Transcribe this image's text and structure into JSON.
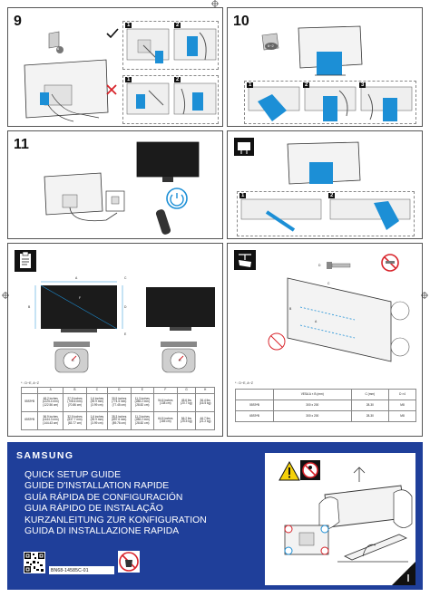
{
  "steps": {
    "s9": "9",
    "s10": "10",
    "s11": "11",
    "sub1": "1",
    "sub2": "2",
    "sub3": "3"
  },
  "labels": {
    "a": "A",
    "b": "B",
    "c": "C",
    "d": "D",
    "e": "E",
    "f": "F",
    "g": "G",
    "h": "H",
    "parts_ref_9": "6",
    "parts_ref_10": "6~2"
  },
  "footnotes": {
    "left": "* : D~E, A~Z",
    "right": "* : D~E, A~Z"
  },
  "dimensions_table": {
    "headers": [
      "",
      "A",
      "B",
      "C",
      "D",
      "E",
      "F",
      "G",
      "H"
    ],
    "rows": [
      {
        "model": "55S9*B",
        "cells": [
          "48.2 inches\n(1225.4 mm)\n(122.56 cm)",
          "27.9 inches\n(708.6 mm)\n(70.86 cm)",
          "1.6 inches\n(39.9 mm)\n(3.99 cm)",
          "30.5 inches\n(774.5 mm)\n(77.45 cm)",
          "11.3 inches\n(288.2 mm)\n(28.82 cm)",
          "54.6 inches\n(138 cm)",
          "45.6 lbs\n(20.7 kg)",
          "36.4 lbs\n(16.5 kg)"
        ]
      },
      {
        "model": "65S9*B",
        "cells": [
          "56.9 inches\n(1444.3 mm)\n(144.43 cm)",
          "32.9 inches\n(837.7 mm)\n(83.77 cm)",
          "1.6 inches\n(39.9 mm)\n(3.99 cm)",
          "35.3 inches\n(897.6 mm)\n(89.76 cm)",
          "11.3 inches\n(288.2 mm)\n(28.82 cm)",
          "64.5 inches\n(165 cm)",
          "56.2 lbs\n(25.5 kg)",
          "46.7 lbs\n(21.2 kg)"
        ]
      }
    ]
  },
  "vesa_table": {
    "headers": [
      "",
      "VESA A × B (mm)",
      "C (mm)",
      "D ×4"
    ],
    "rows": [
      {
        "model": "55S9*B",
        "cells": [
          "300 x 200",
          "28-30",
          "M8"
        ]
      },
      {
        "model": "65S9*B",
        "cells": [
          "300 x 200",
          "28-30",
          "M8"
        ]
      }
    ]
  },
  "cover": {
    "brand": "SAMSUNG",
    "titles": [
      "QUICK SETUP GUIDE",
      "GUIDE D'INSTALLATION RAPIDE",
      "GUÍA RÁPIDA DE CONFIGURACIÓN",
      "GUIA RÁPIDO DE INSTALAÇÃO",
      "KURZANLEITUNG ZUR KONFIGURATION",
      "GUIDA DI INSTALLAZIONE RAPIDA"
    ],
    "code": "BN68-14585C-01"
  },
  "colors": {
    "cover_blue": "#1f3f9a",
    "accent_blue": "#1c8fd6",
    "warning_yellow": "#f5d10a",
    "prohibit_red": "#d8232a"
  }
}
